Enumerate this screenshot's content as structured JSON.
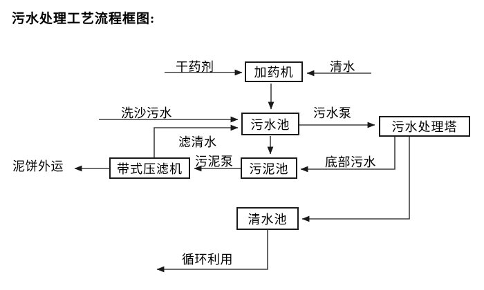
{
  "title": "污水处理工艺流程框图:",
  "diagram": {
    "nodes": {
      "dosing_machine": "加药机",
      "sewage_pool": "污水池",
      "sewage_treatment_tower": "污水处理塔",
      "sludge_pool": "污泥池",
      "belt_filter_press": "带式压滤机",
      "clear_water_pool": "清水池"
    },
    "flow_labels": {
      "dry_chemical": "干药剂",
      "clear_water": "清水",
      "sand_washing_sewage": "洗沙污水",
      "sewage_pump": "污水泵",
      "filtered_water": "滤清水",
      "sludge_pump": "污泥泵",
      "bottom_sewage": "底部污水",
      "mud_cake_outbound": "泥饼外运",
      "recycling": "循环利用"
    },
    "colors": {
      "line": "#3f3f3f",
      "arrow": "#1a1a1a",
      "box_border": "#1a1a1a",
      "text": "#000000",
      "background": "#ffffff"
    }
  }
}
